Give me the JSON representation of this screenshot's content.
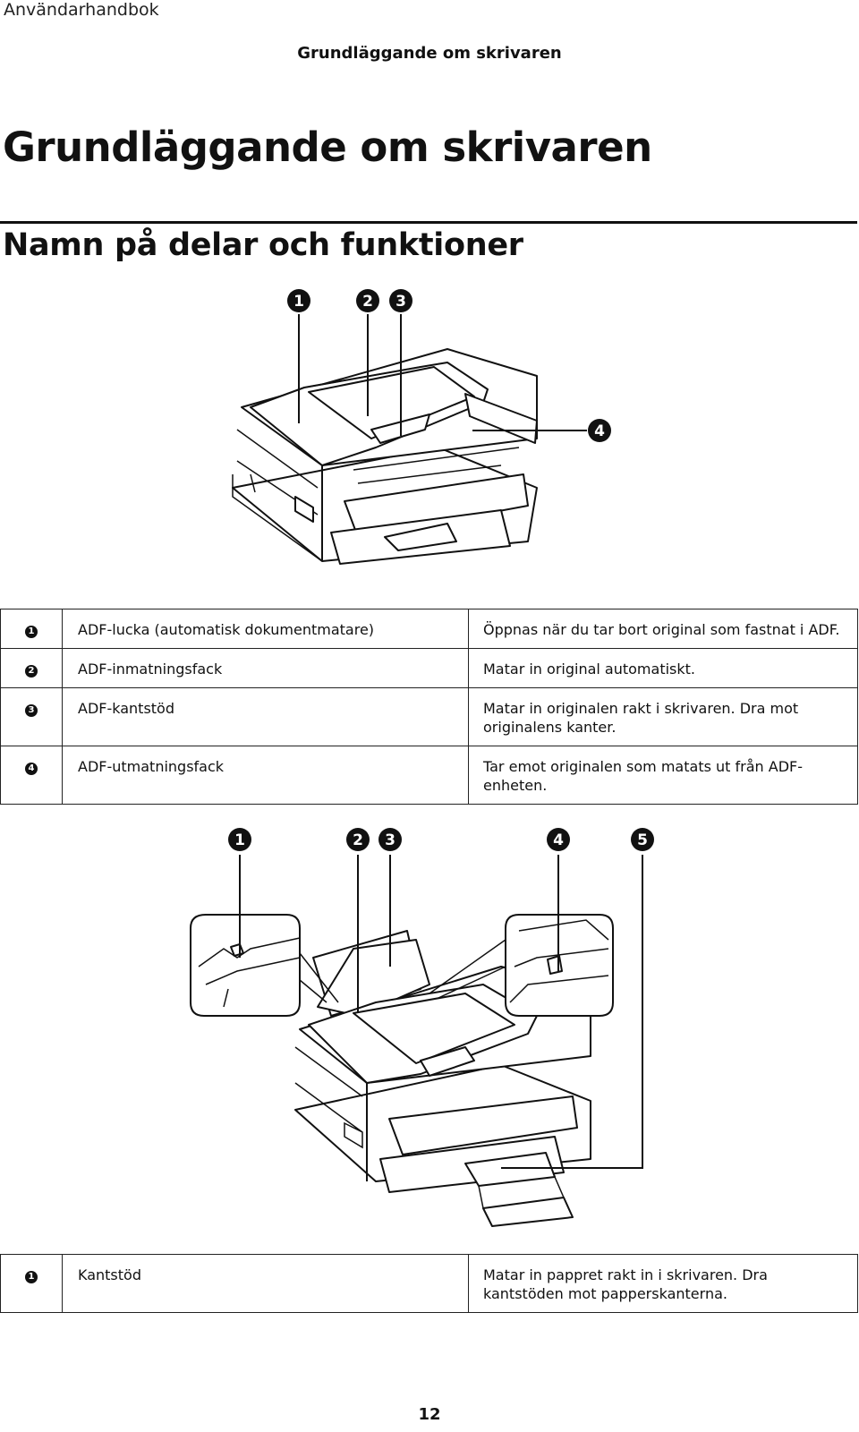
{
  "header": {
    "running_head": "Användarhandbok",
    "section": "Grundläggande om skrivaren"
  },
  "headings": {
    "h1": "Grundläggande om skrivaren",
    "h2": "Namn på delar och funktioner"
  },
  "figure1": {
    "callouts": [
      "1",
      "2",
      "3",
      "4"
    ]
  },
  "table1": {
    "rows": [
      {
        "num": "1",
        "name": "ADF-lucka (automatisk dokumentmatare)",
        "desc": "Öppnas när du tar bort original som fastnat i ADF."
      },
      {
        "num": "2",
        "name": "ADF-inmatningsfack",
        "desc": "Matar in original automatiskt."
      },
      {
        "num": "3",
        "name": "ADF-kantstöd",
        "desc": "Matar in originalen rakt i skrivaren. Dra mot originalens kanter."
      },
      {
        "num": "4",
        "name": "ADF-utmatningsfack",
        "desc": "Tar emot originalen som matats ut från ADF-enheten."
      }
    ]
  },
  "figure2": {
    "callouts": [
      "1",
      "2",
      "3",
      "4",
      "5"
    ]
  },
  "table2": {
    "rows": [
      {
        "num": "1",
        "name": "Kantstöd",
        "desc": "Matar in pappret rakt in i skrivaren. Dra kantstöden mot papperskanterna."
      }
    ]
  },
  "footer": {
    "page_number": "12"
  }
}
